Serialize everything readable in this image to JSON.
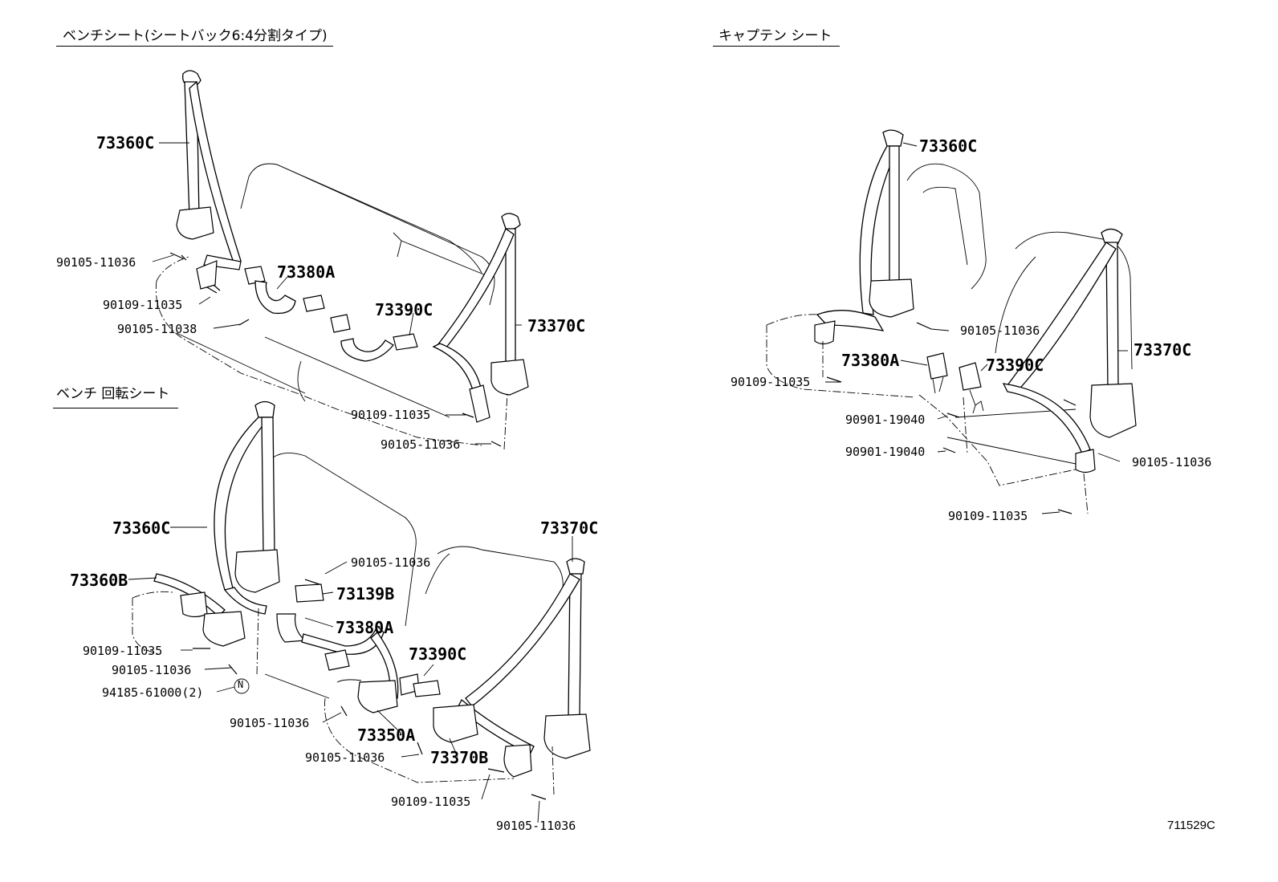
{
  "sections": {
    "bench_split": "ベンチシート(シートバック6:4分割タイプ)",
    "captain": "キャプテン シート",
    "bench_swivel": "ベンチ 回転シート"
  },
  "diagram_code": "711529C",
  "callouts": {
    "a1": "73360C",
    "a2": "90105-11036",
    "a3": "73380A",
    "a4": "90109-11035",
    "a5": "90105-11038",
    "a6": "73390C",
    "a7": "73370C",
    "a8": "90109-11035",
    "a9": "90105-11036",
    "b1": "73360C",
    "b2": "90105-11036",
    "b3": "73380A",
    "b4": "73390C",
    "b5": "73370C",
    "b6": "90109-11035",
    "b7": "90901-19040",
    "b8": "90901-19040",
    "b9": "90105-11036",
    "b10": "90109-11035",
    "c1": "73360C",
    "c2": "73370C",
    "c3": "90105-11036",
    "c4": "73360B",
    "c5": "73139B",
    "c6": "73380A",
    "c7": "90109-11035",
    "c8": "90105-11036",
    "c9": "94185-61000(2)",
    "c10": "N",
    "c11": "73390C",
    "c12": "90105-11036",
    "c13": "73350A",
    "c14": "90105-11036",
    "c15": "73370B",
    "c16": "90109-11035",
    "c17": "90105-11036"
  }
}
